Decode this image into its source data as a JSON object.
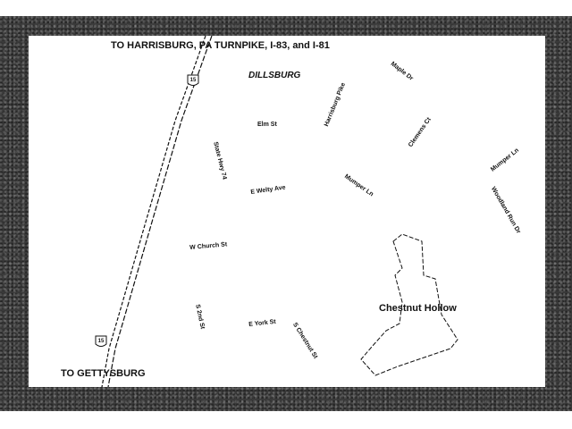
{
  "labels": {
    "north_route": "TO HARRISBURG, PA TURNPIKE, I-83, and I-81",
    "south_route": "TO GETTYSBURG",
    "town": "DILLSBURG",
    "development": "Chestnut Hollow"
  },
  "highway": {
    "shield": "15"
  },
  "streets": {
    "harrisburg_pike": "Harrisburg Pike",
    "maple_dr": "Maple Dr",
    "clemens_ct": "Clemens Ct",
    "mumper_ln_east": "Mumper Ln",
    "mumper_ln": "Mumper Ln",
    "woodland_run_dr": "Woodland Run Dr",
    "elm_st": "Elm St",
    "state_hwy_74": "State Hwy 74",
    "e_welty_ave": "E Welty Ave",
    "w_church_st": "W Church St",
    "s_2nd_st": "S 2nd St",
    "e_york_st": "E York St",
    "s_chestnut_st": "S Chestnut St"
  },
  "colors": {
    "frame": "#3a3a3a",
    "ink": "#111111",
    "paper": "#ffffff"
  }
}
